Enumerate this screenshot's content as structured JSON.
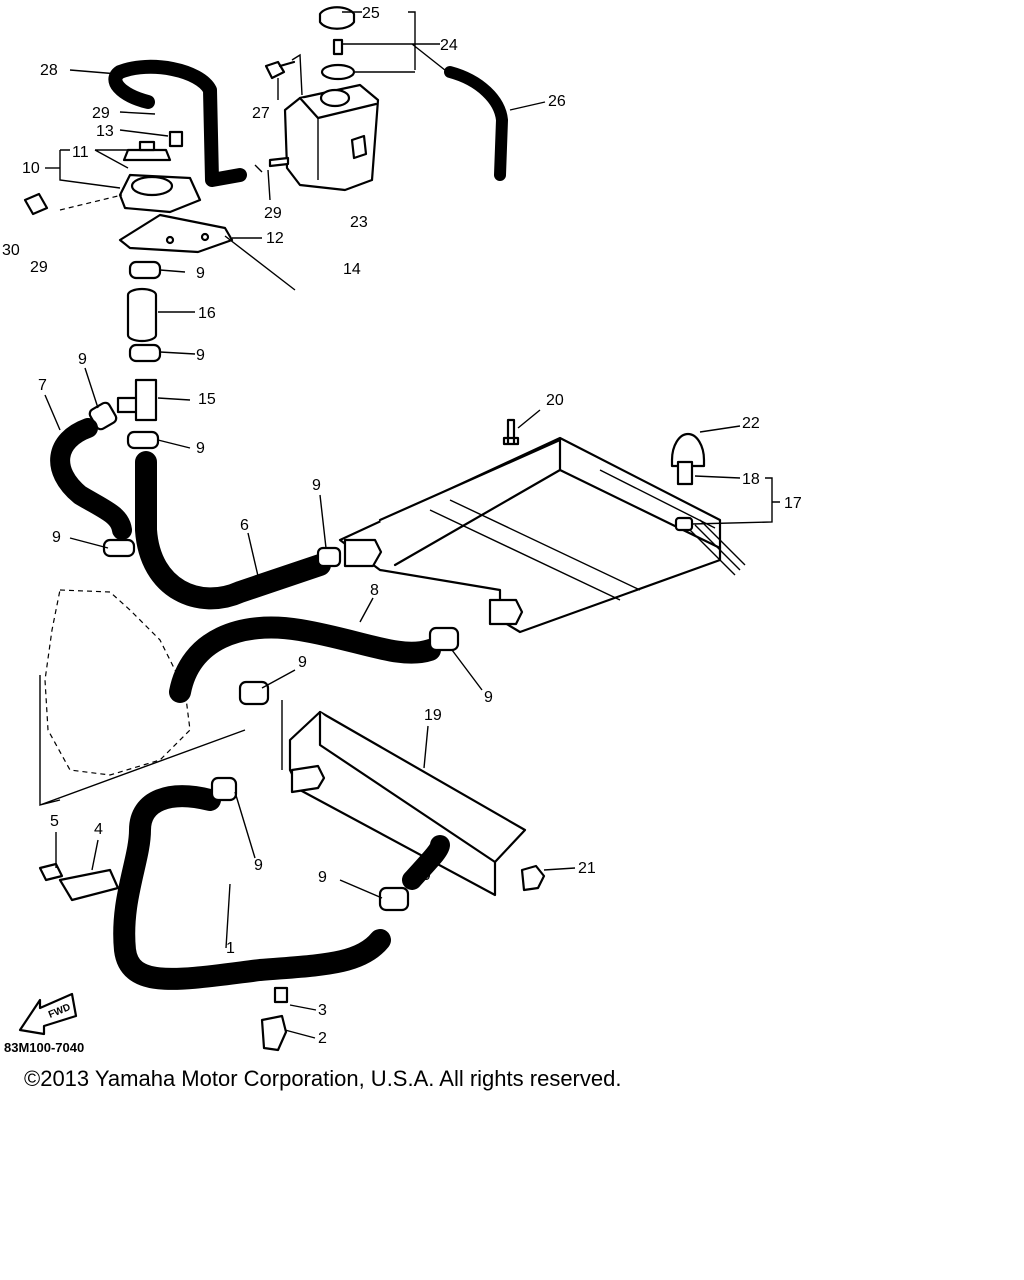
{
  "diagram": {
    "drawing_code": "83M100-7040",
    "fwd_label": "FWD",
    "callouts": [
      "1",
      "2",
      "3",
      "4",
      "5",
      "6",
      "7",
      "8",
      "9",
      "9",
      "9",
      "9",
      "9",
      "9",
      "9",
      "9",
      "9",
      "9",
      "9",
      "10",
      "11",
      "12",
      "13",
      "14",
      "15",
      "16",
      "17",
      "18",
      "19",
      "20",
      "21",
      "22",
      "23",
      "24",
      "25",
      "26",
      "27",
      "28",
      "29",
      "29",
      "29",
      "30"
    ]
  },
  "footer": {
    "copyright": "©2013 Yamaha Motor Corporation, U.S.A. All rights reserved."
  },
  "colors": {
    "line": "#000000",
    "background": "#ffffff"
  }
}
